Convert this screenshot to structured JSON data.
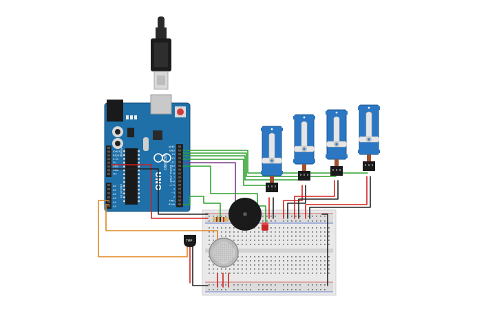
{
  "board": {
    "brand": "UNO",
    "maker": "ARDUINO",
    "pin_labels_digital": [
      "AREF",
      "GND",
      "13",
      "12",
      "~11",
      "~10",
      "~9",
      "8",
      "7",
      "~6",
      "~5",
      "4",
      "~3",
      "2",
      "TX▸1",
      "RX◂0"
    ],
    "pin_labels_power": [
      "IOREF",
      "RESET",
      "3.3V",
      "5V",
      "GND",
      "GND",
      "Vin"
    ],
    "pin_labels_analog": [
      "A0",
      "A1",
      "A2",
      "A3",
      "A4",
      "A5"
    ],
    "section_digital": "DIGITAL (PWM ~)",
    "section_power": "POWER",
    "section_analog": "ANALOG IN"
  },
  "sensor": {
    "label": "TMP"
  },
  "colors": {
    "board": "#1f6fa8",
    "servo": "#2b77c3",
    "wire_green": "#2fa12f",
    "wire_red": "#d42020",
    "wire_black": "#222222",
    "wire_orange": "#e0851f",
    "wire_purple": "#7b3a8c",
    "breadboard": "#e8e8e8"
  },
  "icons": [
    "usb-cable-icon",
    "servo-icon",
    "buzzer-icon",
    "led-icon",
    "resistor-icon",
    "gas-sensor-icon",
    "temperature-sensor-icon"
  ]
}
